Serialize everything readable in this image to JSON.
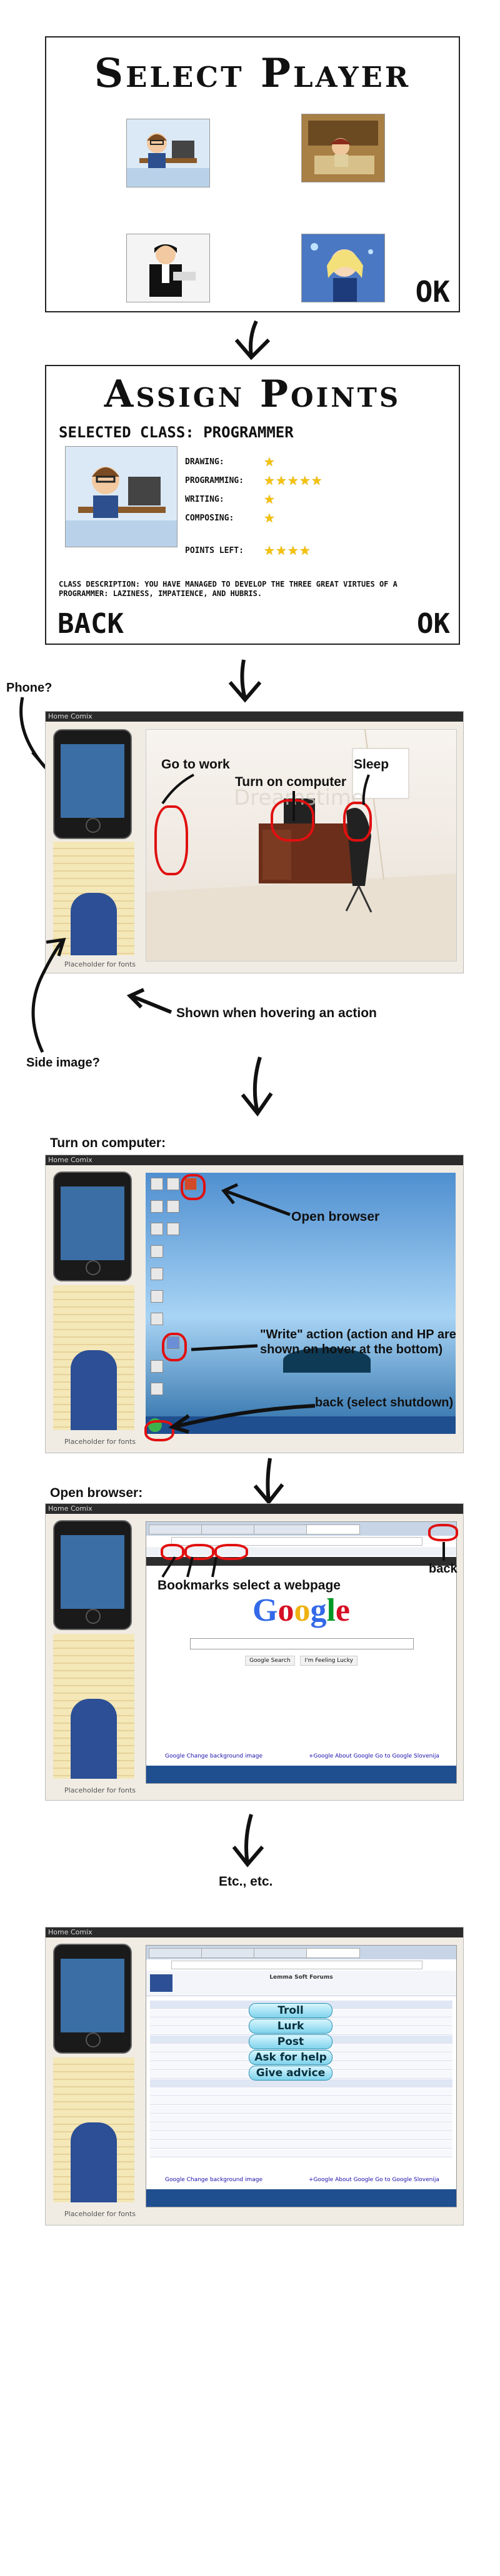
{
  "panel1": {
    "title": "Select Player",
    "ok": "OK"
  },
  "panel2": {
    "title": "Assign Points",
    "selected_class": "Selected class: programmer",
    "stats": [
      {
        "label": "Drawing:",
        "stars": 1
      },
      {
        "label": "Programming:",
        "stars": 5
      },
      {
        "label": "Writing:",
        "stars": 1
      },
      {
        "label": "Composing:",
        "stars": 1
      }
    ],
    "points_left_label": "Points left:",
    "points_left_stars": 4,
    "description": "Class description: you have managed to develop the three great virtues of a programmer: laziness, impatience, and hubris.",
    "back": "Back",
    "ok": "OK"
  },
  "room_screen": {
    "topbar": "Home Comix",
    "watermark": "Dreamstime",
    "caption": "Placeholder for fonts",
    "notes": {
      "phone": "Phone?",
      "go_to_work": "Go to work",
      "turn_on_computer": "Turn on computer",
      "sleep": "Sleep",
      "side_image": "Side image?",
      "hover": "Shown when hovering an action"
    }
  },
  "computer_screen": {
    "heading": "Turn on computer:",
    "topbar": "Home Comix",
    "caption": "Placeholder for fonts",
    "notes": {
      "open_browser": "Open browser",
      "write": "\"Write\" action (action and HP are shown on hover at the bottom)",
      "back": "back (select shutdown)"
    }
  },
  "browser_screen": {
    "heading": "Open browser:",
    "topbar": "Home Comix",
    "caption": "Placeholder for fonts",
    "google": "Google",
    "search_buttons": [
      "Google Search",
      "I'm Feeling Lucky"
    ],
    "footer_links": "Google  Change background image",
    "footer_links_right": "+Google  About Google  Go to Google Slovenija",
    "notes": {
      "bookmarks": "Bookmarks select a webpage",
      "back": "back"
    }
  },
  "etc": "Etc., etc.",
  "forum_screen": {
    "topbar": "Home Comix",
    "caption": "Placeholder for fonts",
    "forum_title": "Lemma Soft Forums",
    "menu": [
      "Troll",
      "Lurk",
      "Post",
      "Ask for help",
      "Give advice"
    ],
    "footer_links": "Google  Change background image",
    "footer_links_right": "+Google  About Google  Go to Google Slovenija"
  },
  "colors": {
    "accent_red": "#e01010",
    "star": "#f4c20d",
    "ui_bar": "#2b2b2b"
  }
}
